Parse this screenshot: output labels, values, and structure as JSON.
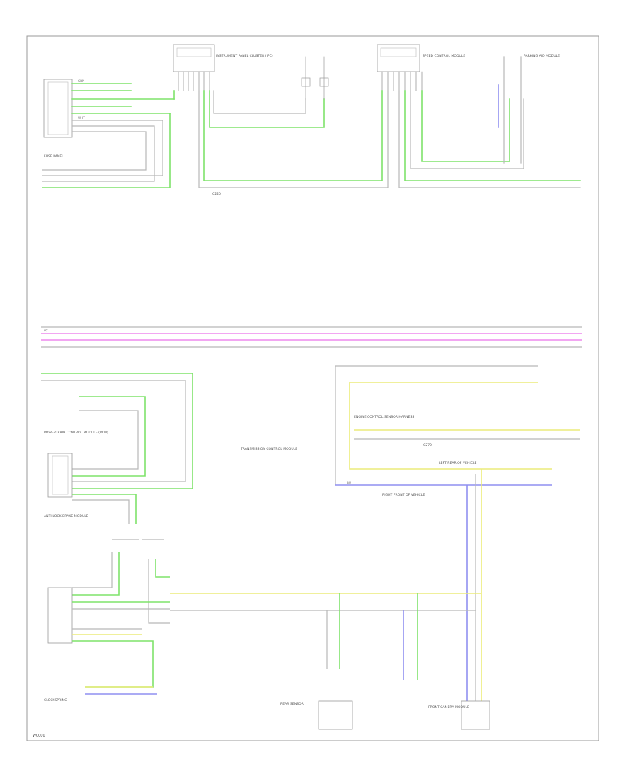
{
  "colors": {
    "green": "#7ee36a",
    "pink": "#ee88ee",
    "blue": "#8f8ff0",
    "yellow": "#ecec7a",
    "gray": "#b8b8b8",
    "frame": "#999999",
    "text": "#555555"
  },
  "footer": {
    "page_code": "W0000"
  },
  "labels": {
    "ipc": "INSTRUMENT PANEL CLUSTER (IPC)",
    "speed_control": "SPEED CONTROL MODULE",
    "parking_aid": "PARKING AID MODULE",
    "connector_c1": "C220",
    "connector_c2": "C270",
    "engine_ctrl": "ENGINE CONTROL SENSOR HARNESS",
    "lr_vehicle": "LEFT REAR OF VEHICLE",
    "right_front": "RIGHT FRONT OF VEHICLE",
    "trans_ctrl": "TRANSMISSION CONTROL MODULE",
    "pcm": "POWERTRAIN CONTROL MODULE (PCM)",
    "abs": "ANTI-LOCK BRAKE MODULE",
    "fuse_panel": "FUSE PANEL",
    "rear_sensor": "REAR SENSOR",
    "front_camera": "FRONT CAMERA MODULE",
    "clock_spring": "CLOCKSPRING",
    "wire_grn": "GRN",
    "wire_wht": "WHT",
    "wire_vt": "VT",
    "wire_bu": "BU"
  }
}
